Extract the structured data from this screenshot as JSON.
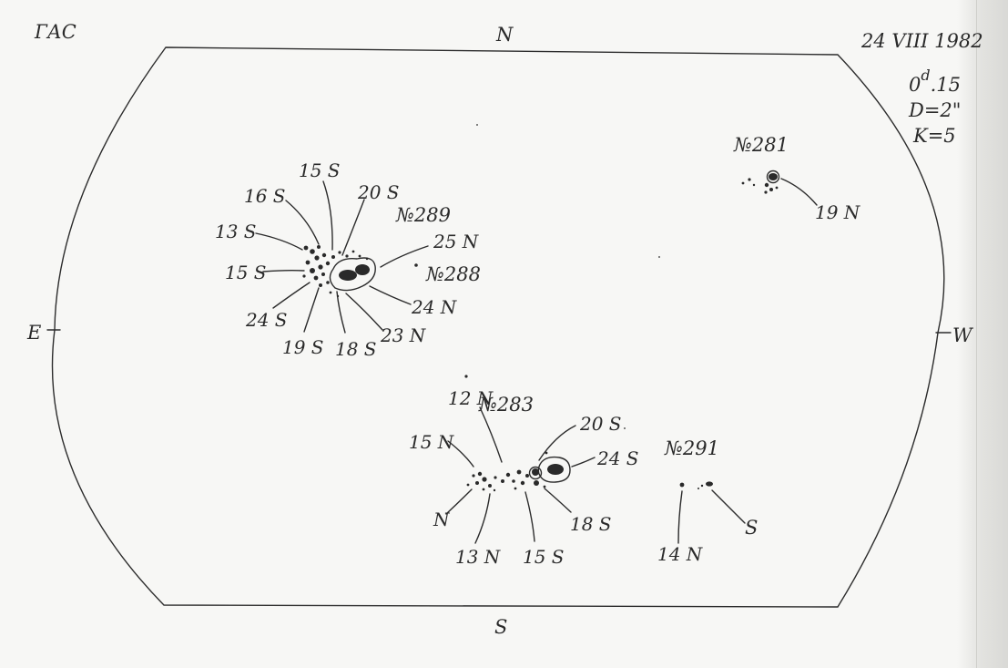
{
  "header": {
    "observatory": "ГАС",
    "date": "24 VIII 1982",
    "time_main": "0",
    "time_sup": "d",
    "time_frac": ".15",
    "diameter": "D=2\"",
    "k_index": "K=5"
  },
  "orientation": {
    "north": "N",
    "south": "S",
    "east": "E",
    "west": "W"
  },
  "regions": {
    "r281": {
      "name": "№281",
      "labels": [
        "19 N"
      ]
    },
    "r289": {
      "name": "№289",
      "labels": [
        "15 S",
        "16 S",
        "20 S",
        "13 S",
        "15 S",
        "24 S",
        "19 S",
        "18 S",
        "23 N",
        "24 N"
      ]
    },
    "r288": {
      "name": "№288",
      "labels": [
        "25 N"
      ]
    },
    "r283": {
      "name": "№283",
      "labels": [
        "12 N",
        "15 N",
        "20 S",
        "24 S",
        "N",
        "13 N",
        "15 S",
        "18 S"
      ]
    },
    "r291": {
      "name": "№291",
      "labels": [
        "14 N",
        "S"
      ]
    }
  },
  "colors": {
    "ink": "#2a2a2a",
    "paper": "#f7f7f5"
  }
}
